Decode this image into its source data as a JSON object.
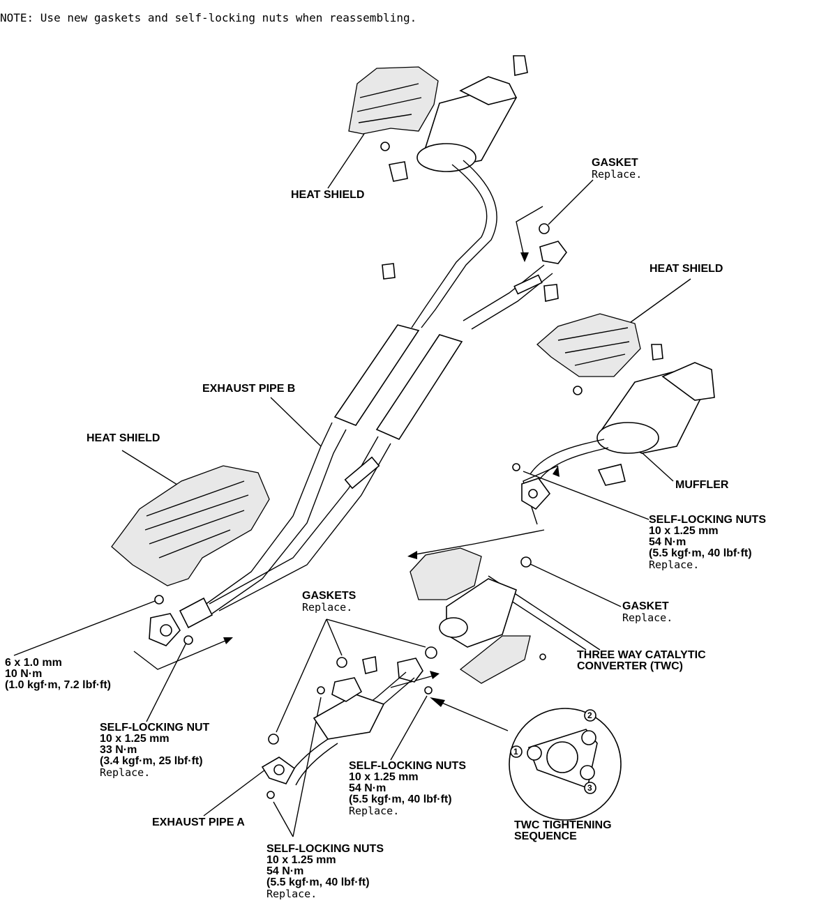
{
  "note": "NOTE: Use new gaskets and self-locking nuts when reassembling.",
  "labels": {
    "heat_shield_rear_left": "HEAT SHIELD",
    "heat_shield_rear_right": "HEAT SHIELD",
    "heat_shield_front": "HEAT SHIELD",
    "gasket_top": {
      "title": "GASKET",
      "sub": "Replace."
    },
    "exhaust_pipe_b": "EXHAUST PIPE B",
    "muffler": "MUFFLER",
    "nuts_muffler": {
      "title": "SELF-LOCKING NUTS",
      "size": "10 x 1.25 mm",
      "torque": "54 N·m",
      "torque2": "(5.5 kgf·m, 40 lbf·ft)",
      "sub": "Replace."
    },
    "bolt_front": {
      "size": "6 x 1.0 mm",
      "torque": "10 N·m",
      "torque2": "(1.0 kgf·m, 7.2 lbf·ft)"
    },
    "gaskets_mid": {
      "title": "GASKETS",
      "sub": "Replace."
    },
    "gasket_twc": {
      "title": "GASKET",
      "sub": "Replace."
    },
    "twc": {
      "line1": "THREE WAY CATALYTIC",
      "line2": "CONVERTER (TWC)"
    },
    "nut_single": {
      "title": "SELF-LOCKING NUT",
      "size": "10 x 1.25 mm",
      "torque": "33 N·m",
      "torque2": "(3.4 kgf·m, 25 lbf·ft)",
      "sub": "Replace."
    },
    "nuts_twc": {
      "title": "SELF-LOCKING NUTS",
      "size": "10 x 1.25 mm",
      "torque": "54 N·m",
      "torque2": "(5.5 kgf·m, 40 lbf·ft)",
      "sub": "Replace."
    },
    "exhaust_pipe_a": "EXHAUST PIPE A",
    "twc_sequence": {
      "line1": "TWC TIGHTENING",
      "line2": "SEQUENCE"
    },
    "nuts_pipe_a": {
      "title": "SELF-LOCKING NUTS",
      "size": "10 x 1.25 mm",
      "torque": "54 N·m",
      "torque2": "(5.5 kgf·m, 40 lbf·ft)",
      "sub": "Replace."
    }
  },
  "sequence_numbers": [
    "1",
    "2",
    "3"
  ]
}
